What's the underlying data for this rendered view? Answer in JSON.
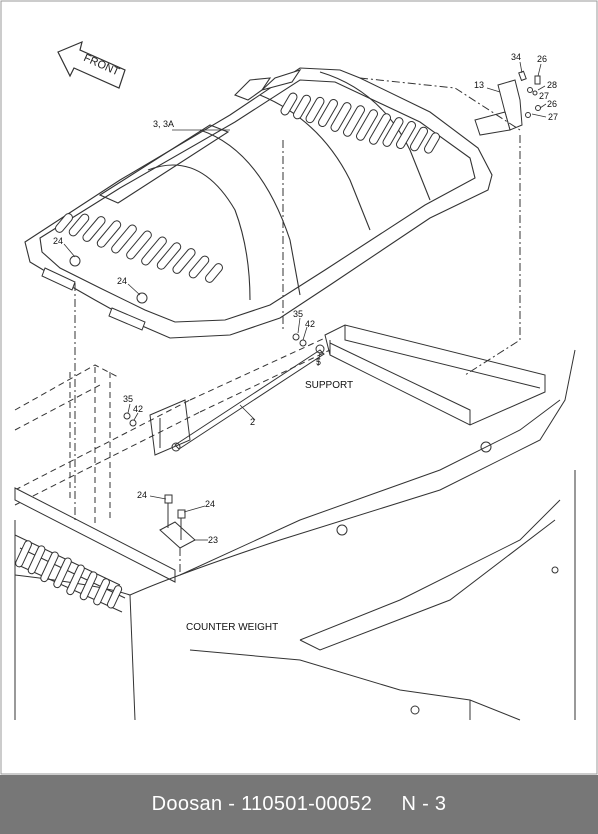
{
  "diagram": {
    "direction_label": "FRONT",
    "annotations": {
      "support": "SUPPORT",
      "counter_weight": "COUNTER WEIGHT"
    },
    "callouts": {
      "hood": "3, 3A",
      "bracket": "13",
      "screw_34": "34",
      "bolt_26a": "26",
      "nut_28": "28",
      "washer_27a": "27",
      "bolt_26b": "26",
      "washer_27b": "27",
      "hinge_24a": "24",
      "hinge_24b": "24",
      "pin_35a": "35",
      "washer_42a": "42",
      "washer_5": "5",
      "pin_35b": "35",
      "washer_42b": "42",
      "rod_2": "2",
      "bolt_24c": "24",
      "bolt_24d": "24",
      "plate_23": "23"
    }
  },
  "footer": {
    "text": "Doosan - 110501-00052     N - 3"
  },
  "colors": {
    "footer_bg": "#777777",
    "line": "#333333"
  }
}
